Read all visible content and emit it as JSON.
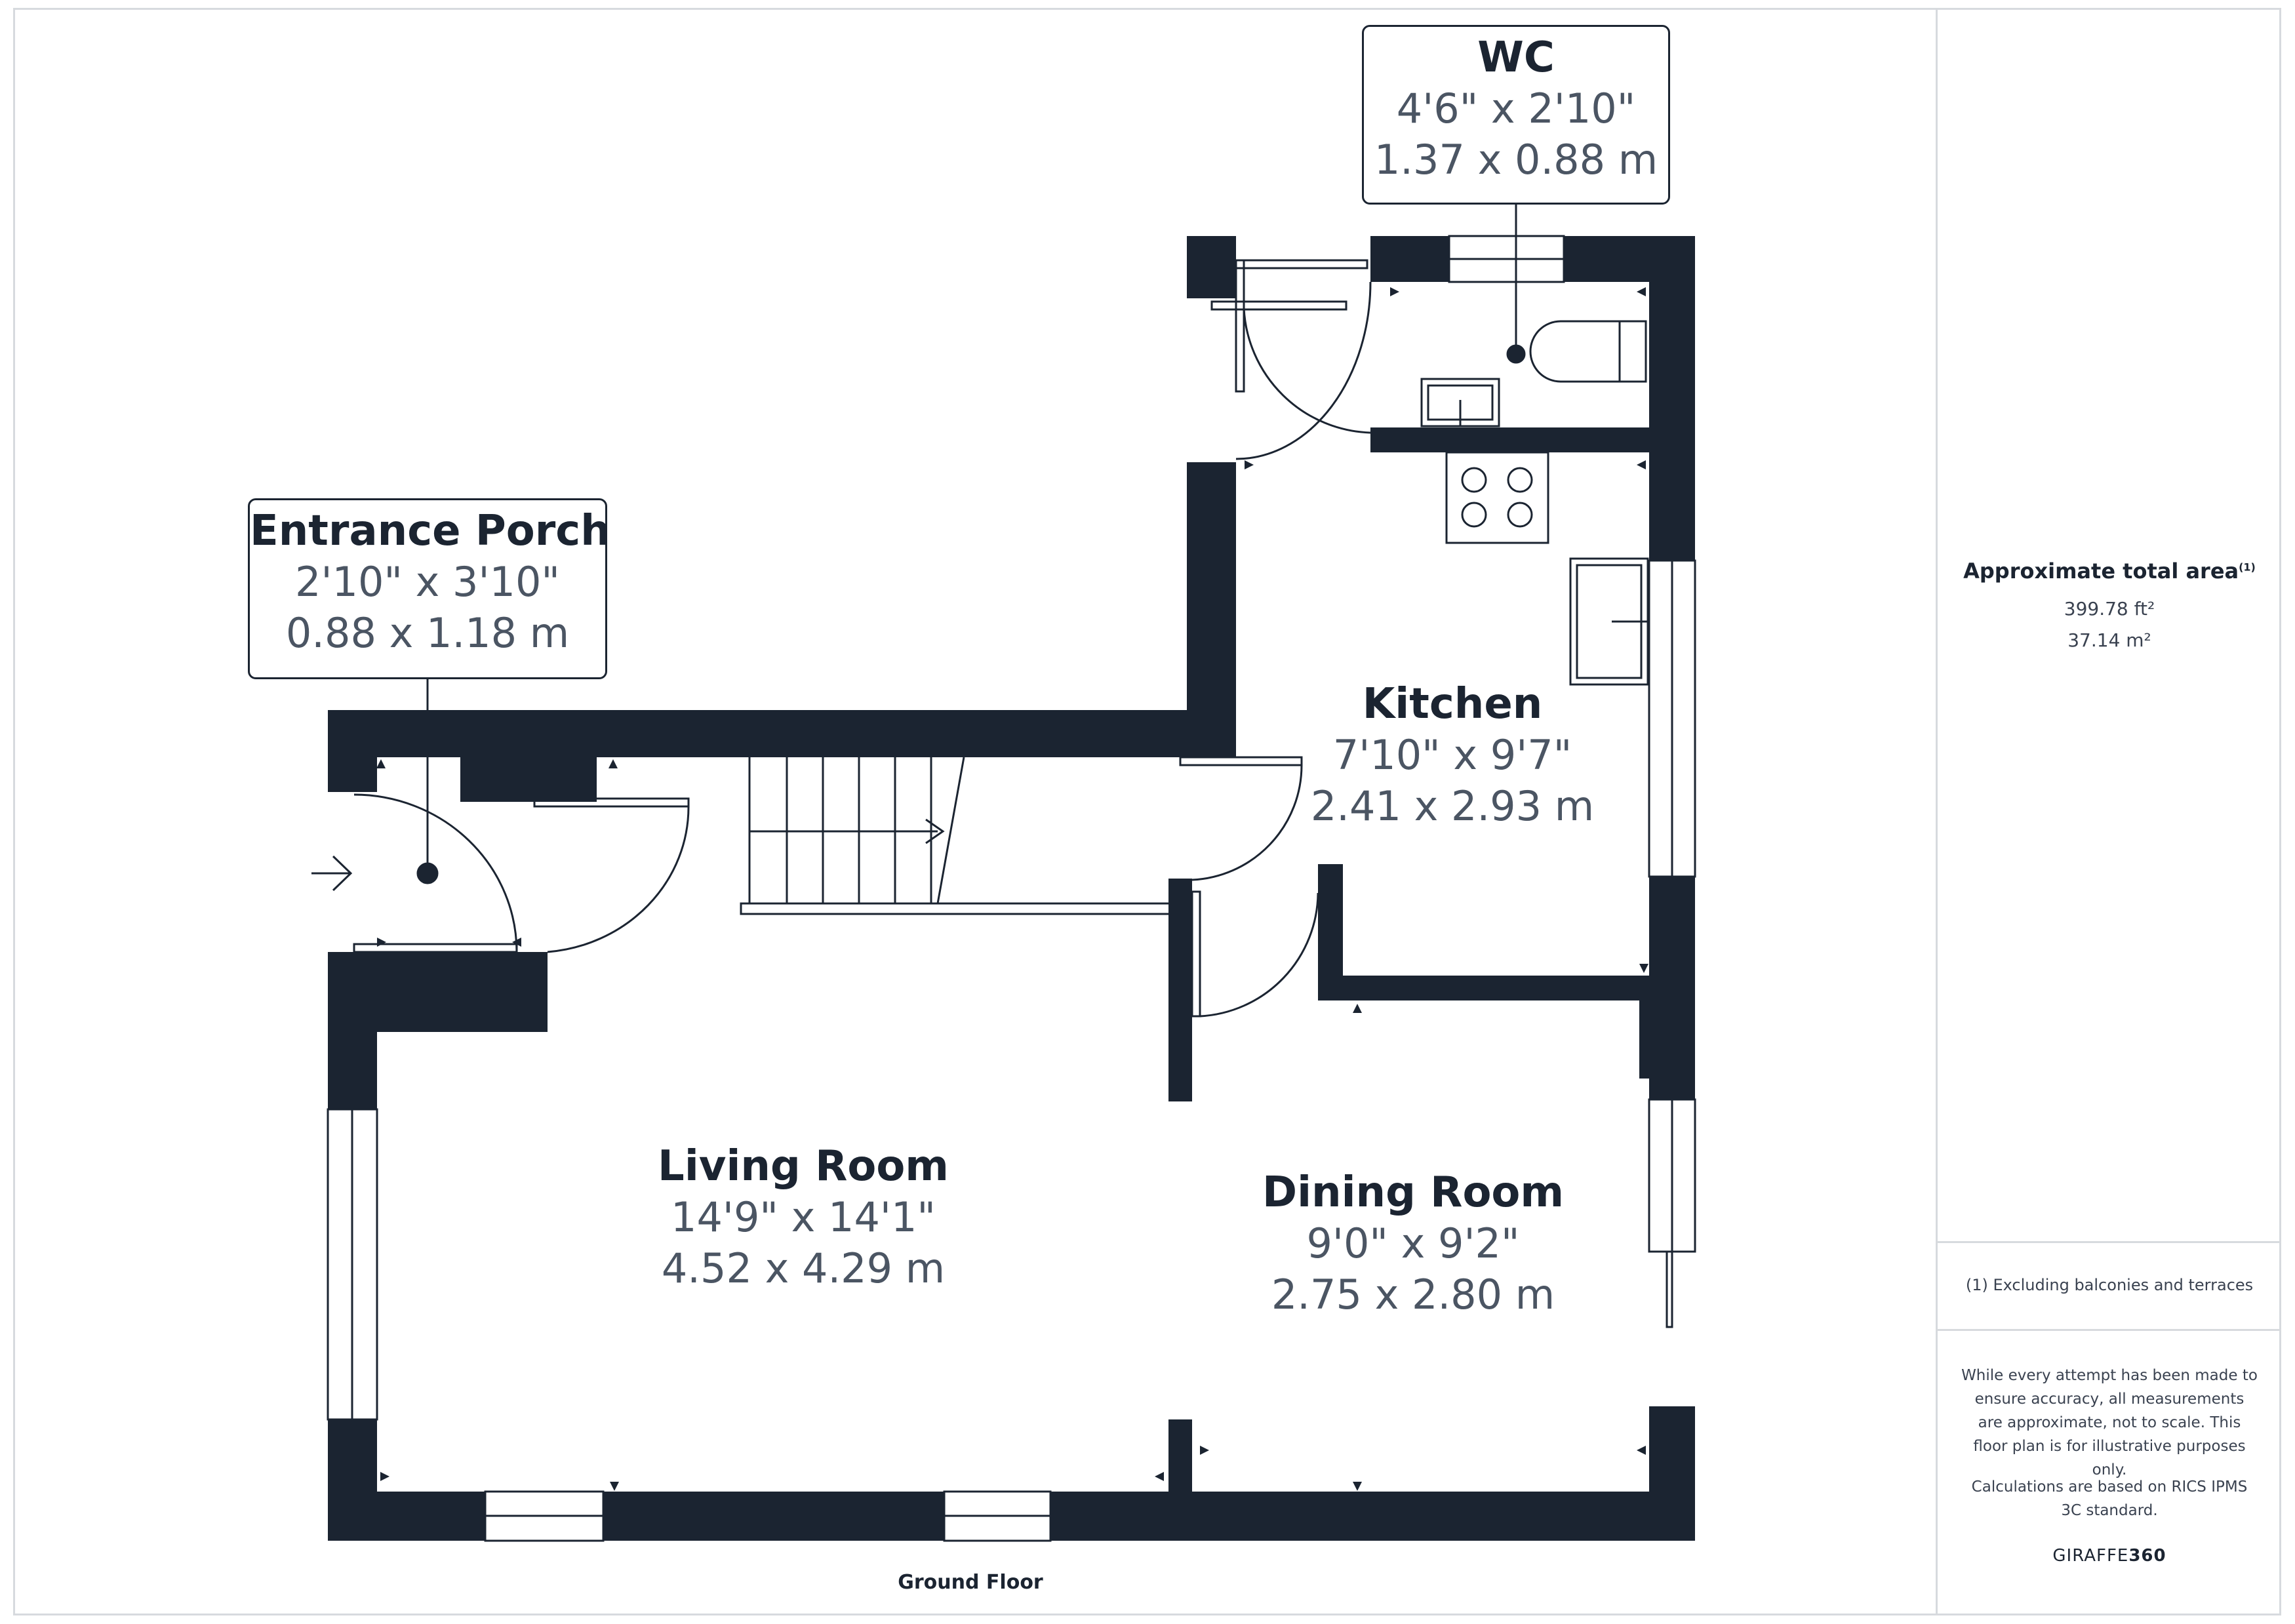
{
  "rooms": {
    "wc": {
      "name": "WC",
      "imperial": "4'6\" x 2'10\"",
      "metric": "1.37 x 0.88 m"
    },
    "entrance_porch": {
      "name": "Entrance Porch",
      "imperial": "2'10\" x 3'10\"",
      "metric": "0.88 x 1.18 m"
    },
    "kitchen": {
      "name": "Kitchen",
      "imperial": "7'10\" x 9'7\"",
      "metric": "2.41 x 2.93 m"
    },
    "living_room": {
      "name": "Living Room",
      "imperial": "14'9\" x 14'1\"",
      "metric": "4.52 x 4.29 m"
    },
    "dining_room": {
      "name": "Dining Room",
      "imperial": "9'0\" x 9'2\"",
      "metric": "2.75 x 2.80 m"
    }
  },
  "floor_name": "Ground Floor",
  "sidebar": {
    "area_title": "Approximate total area",
    "area_footnote_mark": "(1)",
    "area_sqft": "399.78 ft²",
    "area_sqm": "37.14 m²",
    "footnote": "(1) Excluding balconies and terraces",
    "disclaimer": "While every attempt has been made to ensure accuracy, all measurements are approximate, not to scale. This floor plan is for illustrative purposes only.",
    "calc_note": "Calculations are based on RICS IPMS 3C standard.",
    "brand_light": "GIRAFFE",
    "brand_bold": "360"
  },
  "colors": {
    "wall": "#1b2431",
    "frame": "#d7dade",
    "dim_text": "#4b5563"
  }
}
